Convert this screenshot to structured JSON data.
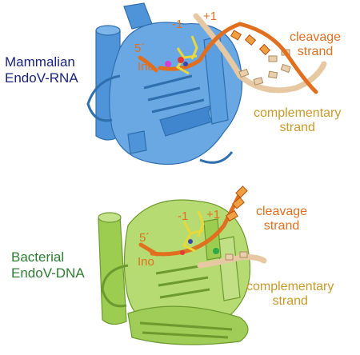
{
  "colors": {
    "mammalian": "#4a90d9",
    "mammalian_label": "#1a237e",
    "bacterial": "#9ccc50",
    "bacterial_label": "#2e7d32",
    "cleavage": "#e07020",
    "complementary": "#c89a28",
    "ligand": "#f2e64a"
  },
  "panels": [
    {
      "system_line1": "Mammalian",
      "system_line2": "EndoV-RNA",
      "cleavage_line1": "cleavage",
      "cleavage_line2": "strand",
      "complementary_line1": "complementary",
      "complementary_line2": "strand",
      "minus1": "-1",
      "plus1": "+1",
      "five_prime": "5´",
      "ino": "Ino"
    },
    {
      "system_line1": "Bacterial",
      "system_line2": "EndoV-DNA",
      "cleavage_line1": "cleavage",
      "cleavage_line2": "strand",
      "complementary_line1": "complementary",
      "complementary_line2": "strand",
      "minus1": "-1",
      "plus1": "+1",
      "five_prime": "5´",
      "ino": "Ino"
    }
  ]
}
